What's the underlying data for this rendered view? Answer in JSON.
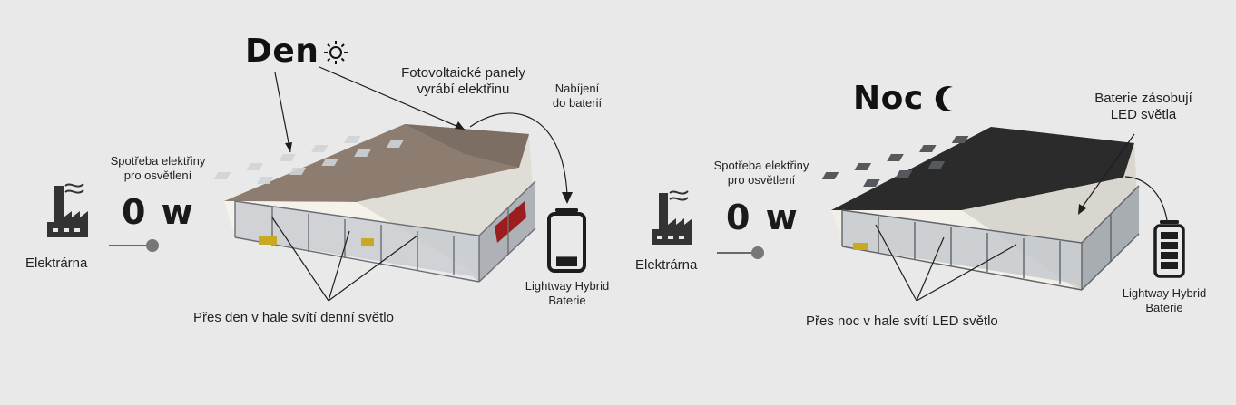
{
  "day": {
    "title": "Den",
    "title_icon": "sun-icon",
    "panels_label_line1": "Fotovoltaické panely",
    "panels_label_line2": "vyrábí elektřinu",
    "charging_label_line1": "Nabíjení",
    "charging_label_line2": "do baterií",
    "consumption_label_line1": "Spotřeba elektřiny",
    "consumption_label_line2": "pro osvětlení",
    "consumption_value": "0 w",
    "plant_label": "Elektrárna",
    "battery_label_line1": "Lightway Hybrid",
    "battery_label_line2": "Baterie",
    "bottom_label": "Přes den v hale svítí denní světlo",
    "battery_level": 0.2
  },
  "night": {
    "title": "Noc",
    "title_icon": "moon-icon",
    "battery_supply_label_line1": "Baterie zásobují",
    "battery_supply_label_line2": "LED světla",
    "consumption_label_line1": "Spotřeba elektřiny",
    "consumption_label_line2": "pro osvětlení",
    "consumption_value": "0 w",
    "plant_label": "Elektrárna",
    "battery_label_line1": "Lightway Hybrid",
    "battery_label_line2": "Baterie",
    "bottom_label": "Přes noc v hale svítí LED světlo",
    "battery_level": 1.0
  },
  "colors": {
    "background": "#e9e9e9",
    "roof_day": "#8a7a6e",
    "roof_night": "#2a2a2a",
    "text": "#1d1d1d",
    "accent_red": "#9b1d1d"
  }
}
